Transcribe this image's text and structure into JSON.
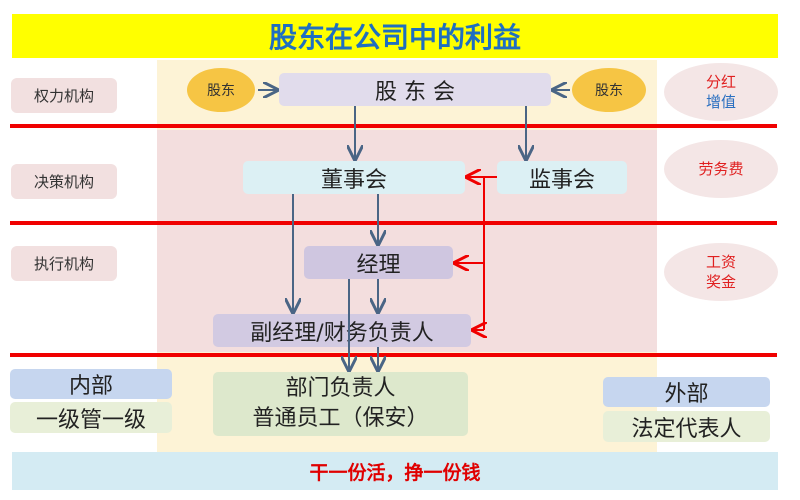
{
  "title": "股东在公司中的利益",
  "levels": [
    "权力机构",
    "决策机构",
    "执行机构"
  ],
  "shareholder": "股东",
  "nodes": {
    "shareholders_meeting": "股 东 会",
    "board": "董事会",
    "supervisors": "监事会",
    "manager": "经理",
    "deputy": "副经理/财务负责人",
    "dept_line1": "部门负责人",
    "dept_line2": "普通员工（保安）"
  },
  "internal": {
    "label": "内部",
    "desc": "一级管一级"
  },
  "external": {
    "label": "外部",
    "desc": "法定代表人"
  },
  "benefits": {
    "dividend": "分红",
    "appreciation": "增值",
    "service_fee": "劳务费",
    "salary": "工资",
    "bonus": "奖金"
  },
  "footer": "干一份活，挣一份钱",
  "colors": {
    "title": "#1f6fc0",
    "red_line": "#f00000",
    "arrow": "#4a6585"
  }
}
